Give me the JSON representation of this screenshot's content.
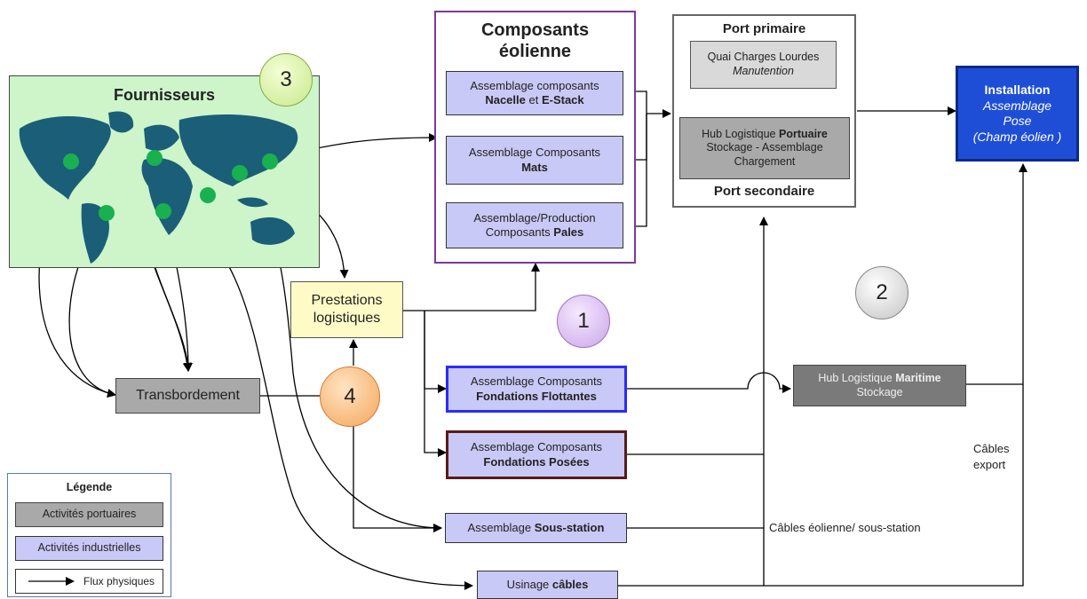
{
  "colors": {
    "industrial": "#c9c9f7",
    "port": "#a9a9a9",
    "logistics": "#fffbc7",
    "map_bg": "#cdf5c9",
    "map_land": "#1b5e78",
    "supplier_dot": "#19b050",
    "install_bg": "#1f4ed6",
    "floating_border": "#2a2aff",
    "posed_border": "#5a1a1a",
    "components_border": "#7a3a9a"
  },
  "suppliers": {
    "title": "Fournisseurs"
  },
  "components": {
    "title": "Composants éolienne",
    "nacelle": {
      "line1": "Assemblage composants",
      "bold1": "Nacelle",
      "mid": " et ",
      "bold2": "E-Stack"
    },
    "mats": {
      "line1": "Assemblage Composants",
      "bold": "Mats"
    },
    "pales": {
      "line1": "Assemblage/Production",
      "line2": "Composants ",
      "bold": "Pales"
    }
  },
  "port": {
    "primary_title": "Port primaire",
    "quay_line1": "Quai Charges Lourdes",
    "quay_line2": "Manutention",
    "hub_line1a": "Hub Logistique ",
    "hub_line1b": "Portuaire",
    "hub_line2": "Stockage - Assemblage",
    "hub_line3": "Chargement",
    "secondary_title": "Port secondaire"
  },
  "installation": {
    "title": "Installation",
    "line2": "Assemblage",
    "line3": "Pose",
    "line4": "(Champ éolien )"
  },
  "logistics": {
    "line1": "Prestations",
    "line2": "logistiques"
  },
  "transshipment": {
    "label": "Transbordement"
  },
  "floating": {
    "line1": "Assemblage Composants",
    "bold": "Fondations Flottantes"
  },
  "posed": {
    "line1": "Assemblage Composants",
    "bold": "Fondations Posées"
  },
  "substation": {
    "text": "Assemblage ",
    "bold": "Sous-station"
  },
  "cables": {
    "text": "Usinage ",
    "bold": "câbles"
  },
  "maritime_hub": {
    "text": "Hub Logistique ",
    "bold": "Maritime",
    "line2": "Stockage"
  },
  "labels": {
    "export_cables": "Câbles export",
    "turbine_cables": "Câbles éolienne/ sous-station"
  },
  "markers": [
    "1",
    "2",
    "3",
    "4"
  ],
  "legend": {
    "title": "Légende",
    "port_activities": "Activités portuaires",
    "industrial_activities": "Activités industrielles",
    "physical_flows": "Flux physiques"
  }
}
